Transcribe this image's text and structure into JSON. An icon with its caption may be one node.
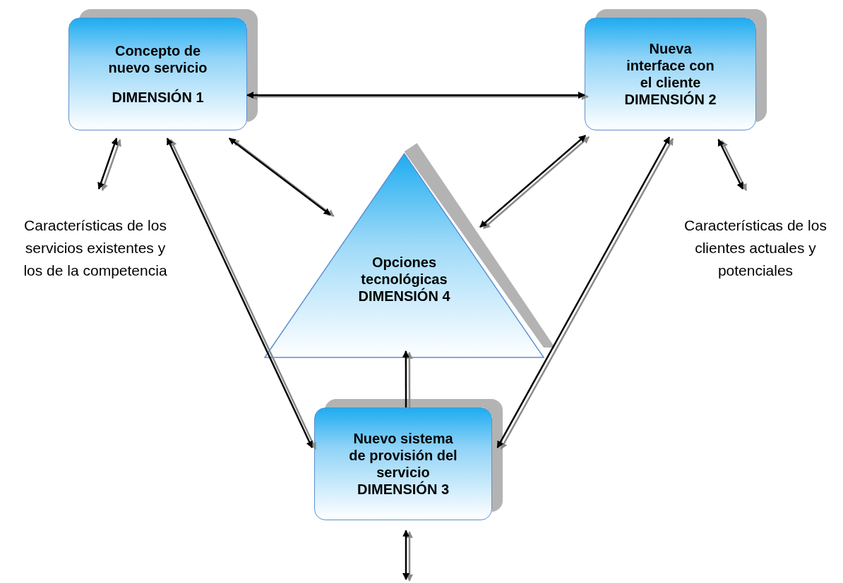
{
  "diagram": {
    "nodes": [
      {
        "text": [
          "Concepto de nuevo servicio",
          "DIMENSIÓN 1"
        ]
      },
      {
        "text": [
          "Nueva interface con el cliente",
          "DIMENSIÓN 2"
        ]
      },
      {
        "text": [
          "Características de los servicios existentes y los de la competencia"
        ]
      },
      {
        "text": [
          "Opciones tecnológicas",
          "DIMENSIÓN 4"
        ]
      },
      {
        "text": [
          "Características de los clientes actuales y potenciales"
        ]
      },
      {
        "text": [
          "Nuevo sistema de provisión del servicio",
          "DIMENSIÓN 3"
        ]
      }
    ],
    "edges": [
      {
        "from": 0,
        "to": 1,
        "arrow": "both"
      },
      {
        "from": 0,
        "to": 2,
        "arrow": "both"
      },
      {
        "from": 0,
        "to": 3,
        "arrow": "both"
      },
      {
        "from": 1,
        "to": 3,
        "arrow": "both"
      },
      {
        "from": 0,
        "to": 5,
        "arrow": "both"
      },
      {
        "from": 1,
        "to": 5,
        "arrow": "both"
      },
      {
        "from": 1,
        "to": 4,
        "arrow": "both"
      },
      {
        "from": 5,
        "to": 3,
        "arrow": "to"
      },
      {
        "from": 5,
        "to": null,
        "arrow": "both"
      }
    ]
  }
}
